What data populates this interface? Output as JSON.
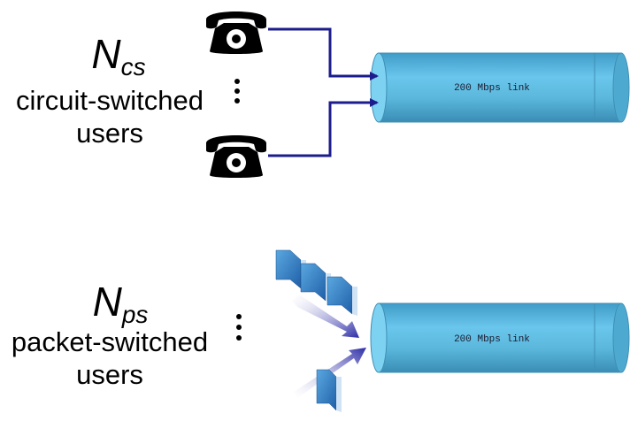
{
  "circuit": {
    "symbol_base": "N",
    "symbol_sub": "cs",
    "caption_line1": "circuit-switched",
    "caption_line2": "users",
    "link_label": "200 Mbps link",
    "icons": [
      "telephone-icon",
      "telephone-icon",
      "vertical-ellipsis-icon"
    ]
  },
  "packet": {
    "symbol_base": "N",
    "symbol_sub": "ps",
    "caption_line1": "packet-switched",
    "caption_line2": "users",
    "link_label": "200 Mbps link",
    "icons": [
      "packet-icon",
      "vertical-ellipsis-icon"
    ]
  },
  "colors": {
    "link_fill": "#5bb8dc",
    "link_edge": "#3f8fb3",
    "wire": "#1c1c8c",
    "packet": "#2f7fc4"
  }
}
